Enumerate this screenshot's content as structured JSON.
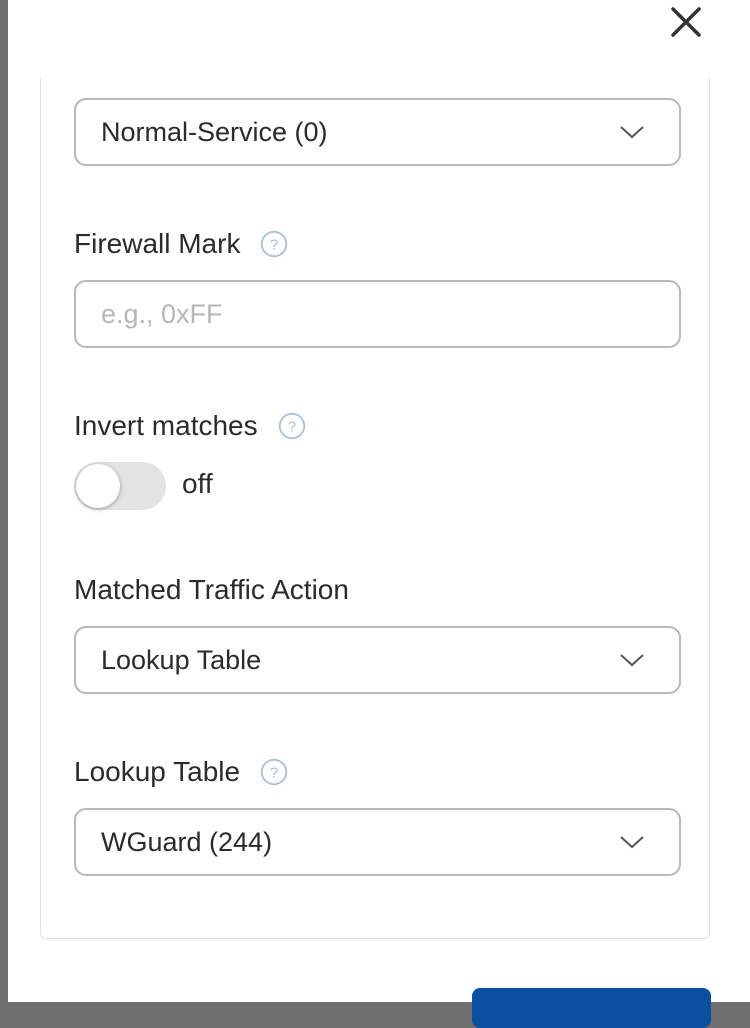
{
  "form": {
    "service_select": {
      "value": "Normal-Service (0)"
    },
    "firewall_mark": {
      "label": "Firewall Mark",
      "placeholder": "e.g., 0xFF",
      "value": ""
    },
    "invert_matches": {
      "label": "Invert matches",
      "state_text": "off",
      "enabled": false
    },
    "matched_traffic_action": {
      "label": "Matched Traffic Action",
      "value": "Lookup Table"
    },
    "lookup_table": {
      "label": "Lookup Table",
      "value": "WGuard (244)"
    }
  },
  "icons": {
    "close": "close-icon",
    "help": "help-icon",
    "dropdown": "chevron-down-icon"
  },
  "colors": {
    "primary": "#0b4fa0",
    "border": "#b8b8b8",
    "help_icon": "#a8bfd6",
    "toggle_off": "#e3e3e3"
  }
}
